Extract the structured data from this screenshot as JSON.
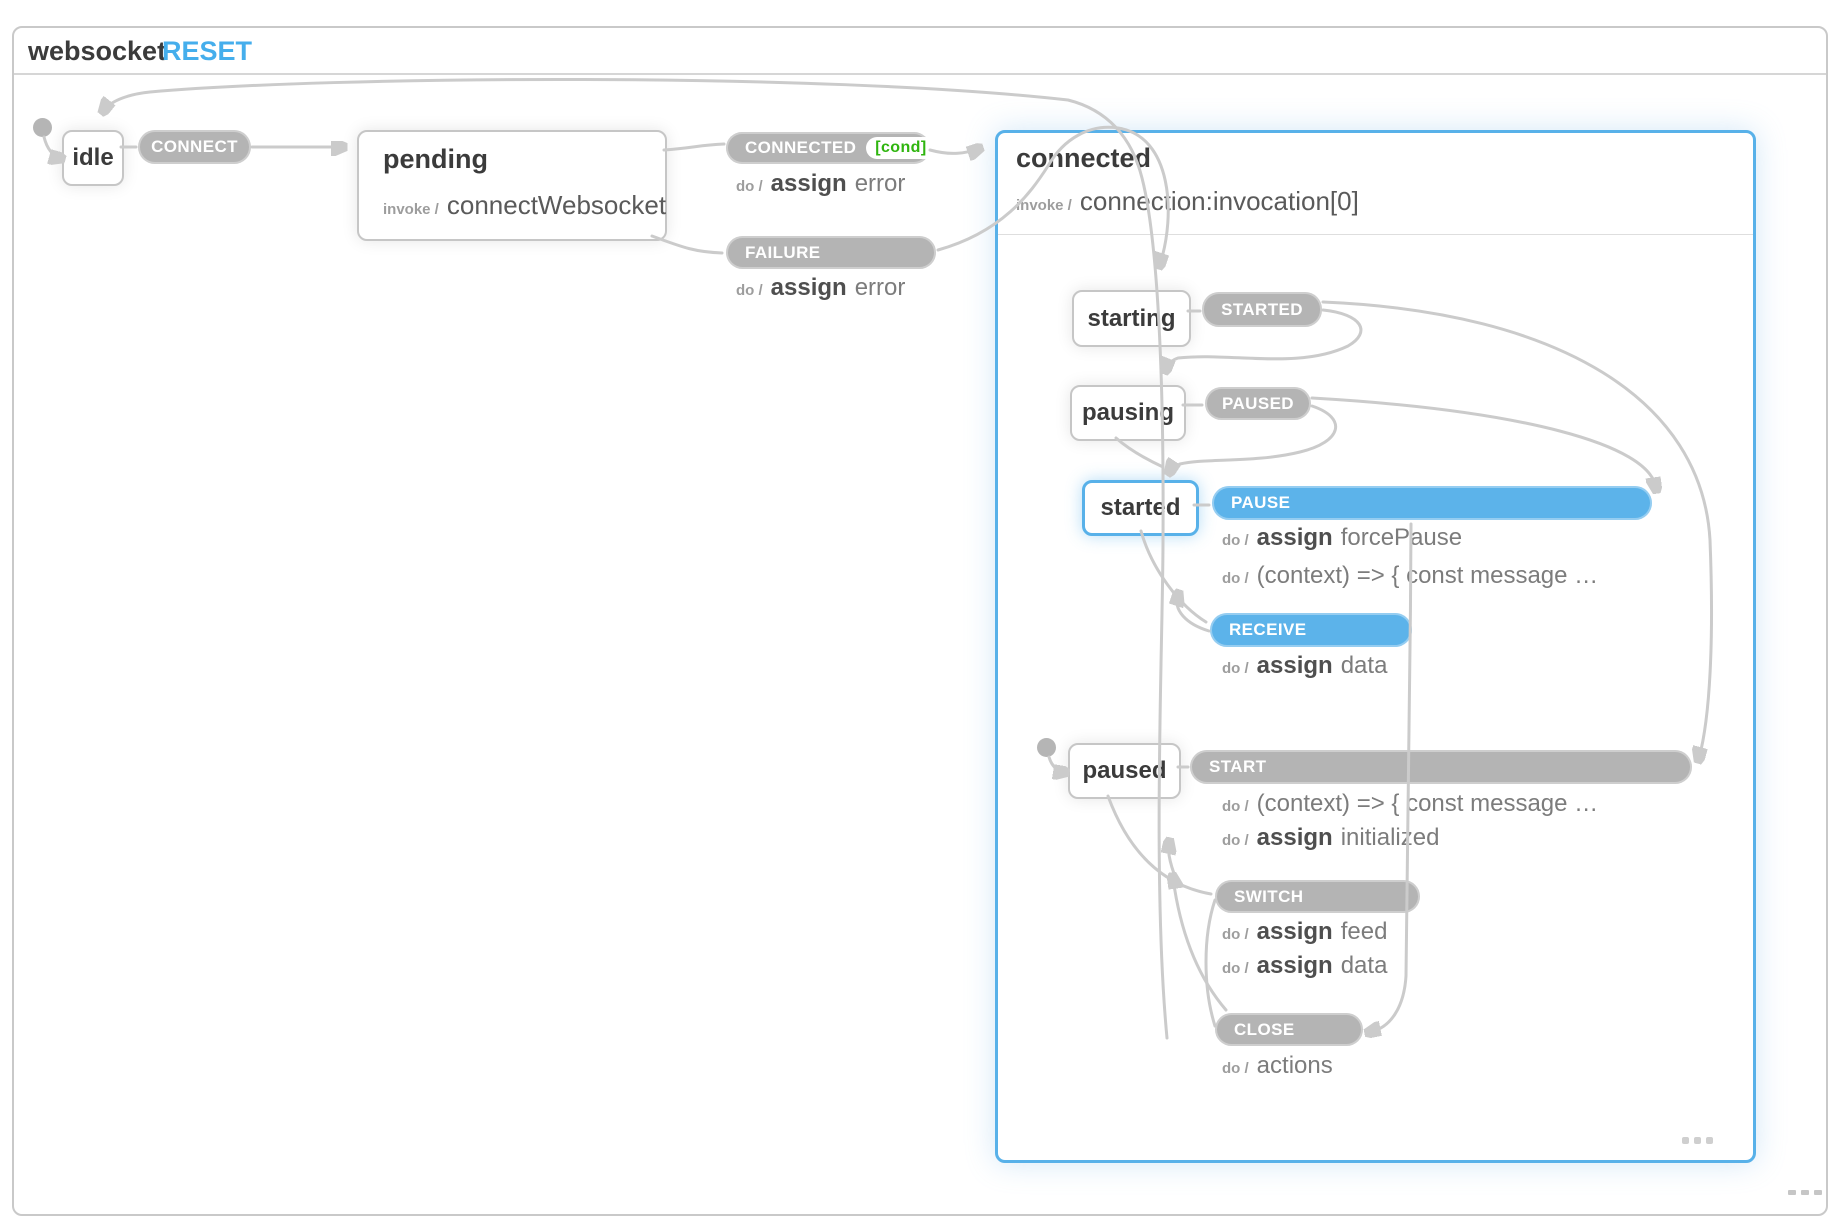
{
  "header": {
    "title": "websocket",
    "reset_label": "RESET"
  },
  "colors": {
    "accent_blue": "#5cb3ea",
    "pill_gray": "#b4b4b4",
    "cond_green": "#2fb50f",
    "wire_gray": "#cbcbcb"
  },
  "states": {
    "idle": {
      "title": "idle"
    },
    "pending": {
      "title": "pending",
      "invoke_prefix": "invoke /",
      "invoke_value": "connectWebsocket"
    },
    "connected": {
      "title": "connected",
      "invoke_prefix": "invoke /",
      "invoke_value": "connection:invocation[0]"
    },
    "starting": {
      "title": "starting"
    },
    "pausing": {
      "title": "pausing"
    },
    "started": {
      "title": "started"
    },
    "paused": {
      "title": "paused"
    }
  },
  "events": {
    "connect": {
      "label": "CONNECT"
    },
    "connected_evt": {
      "label": "CONNECTED",
      "cond": "[cond]",
      "actions": [
        {
          "prefix": "do /",
          "bold": "assign",
          "rest": "error"
        }
      ]
    },
    "failure": {
      "label": "FAILURE",
      "actions": [
        {
          "prefix": "do /",
          "bold": "assign",
          "rest": "error"
        }
      ]
    },
    "started_evt": {
      "label": "STARTED"
    },
    "paused_evt": {
      "label": "PAUSED"
    },
    "pause": {
      "label": "PAUSE",
      "actions": [
        {
          "prefix": "do /",
          "bold": "assign",
          "rest": "forcePause"
        },
        {
          "prefix": "do /",
          "bold": "",
          "rest": "(context) => { const message …"
        }
      ]
    },
    "receive": {
      "label": "RECEIVE",
      "actions": [
        {
          "prefix": "do /",
          "bold": "assign",
          "rest": "data"
        }
      ]
    },
    "start": {
      "label": "START",
      "actions": [
        {
          "prefix": "do /",
          "bold": "",
          "rest": "(context) => { const message …"
        },
        {
          "prefix": "do /",
          "bold": "assign",
          "rest": "initialized"
        }
      ]
    },
    "switch": {
      "label": "SWITCH",
      "actions": [
        {
          "prefix": "do /",
          "bold": "assign",
          "rest": "feed"
        },
        {
          "prefix": "do /",
          "bold": "assign",
          "rest": "data"
        }
      ]
    },
    "close": {
      "label": "CLOSE",
      "actions": [
        {
          "prefix": "do /",
          "bold": "",
          "rest": "actions"
        }
      ]
    }
  },
  "icons": {
    "overflow": "ellipsis-icon",
    "resize": "resize-handle-icon",
    "initial": "initial-state-dot"
  }
}
